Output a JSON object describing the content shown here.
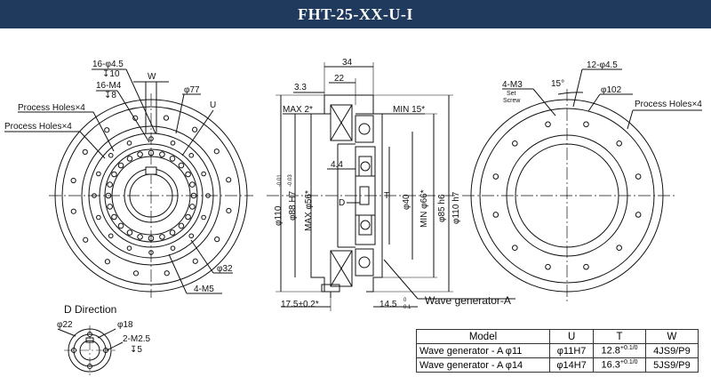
{
  "title": "FHT-25-XX-U-I",
  "front_view": {
    "hole_label_1": "16-φ4.5",
    "hole_label_1_depth": "↧10",
    "hole_label_2": "16-M4",
    "hole_label_2_depth": "↧8",
    "w_label": "W",
    "dia77": "φ77",
    "u_label": "U",
    "process_holes_a": "Process Holes×4",
    "process_holes_b": "Process Holes×4",
    "dia32": "φ32",
    "m5": "4-M5"
  },
  "side_view": {
    "d34": "34",
    "d3_3": "3.3",
    "d22": "22",
    "max2": "MAX 2*",
    "min15": "MIN 15*",
    "d4_4": "4.4",
    "d_label": "D",
    "t_label": "T",
    "dia110": "φ110",
    "dia110_tol_up": "-0.01",
    "dia110_tol_lo": "-0.03",
    "dia88": "φ88 H7",
    "max56": "MAX φ56*",
    "dia40": "φ40",
    "min66": "MIN φ66*",
    "dia85": "φ85 h6",
    "dia110h7": "φ110 h7",
    "d17_5": "17.5±0.2*",
    "d14_5": "14.5",
    "d14_5_tol_up": "0",
    "d14_5_tol_lo": "-0.1",
    "wave_gen": "Wave generator-A"
  },
  "rear_view": {
    "m3": "4-M3",
    "set_screw_1": "Set",
    "set_screw_2": "Screw",
    "angle": "15°",
    "holes": "12-φ4.5",
    "dia102": "φ102",
    "process_holes": "Process Holes×4"
  },
  "d_direction": {
    "title": "D Direction",
    "dia22": "φ22",
    "dia18": "φ18",
    "m2_5": "2-M2.5",
    "m2_5_depth": "↧5"
  },
  "table": {
    "headers": [
      "Model",
      "U",
      "T",
      "W"
    ],
    "rows": [
      {
        "model": "Wave generator - A φ11",
        "u": "φ11H7",
        "t": "12.8",
        "t_tol_up": "+0.1",
        "t_tol_lo": "0",
        "w": "4JS9/P9"
      },
      {
        "model": "Wave generator - A φ14",
        "u": "φ14H7",
        "t": "16.3",
        "t_tol_up": "+0.1",
        "t_tol_lo": "0",
        "w": "5JS9/P9"
      }
    ]
  }
}
